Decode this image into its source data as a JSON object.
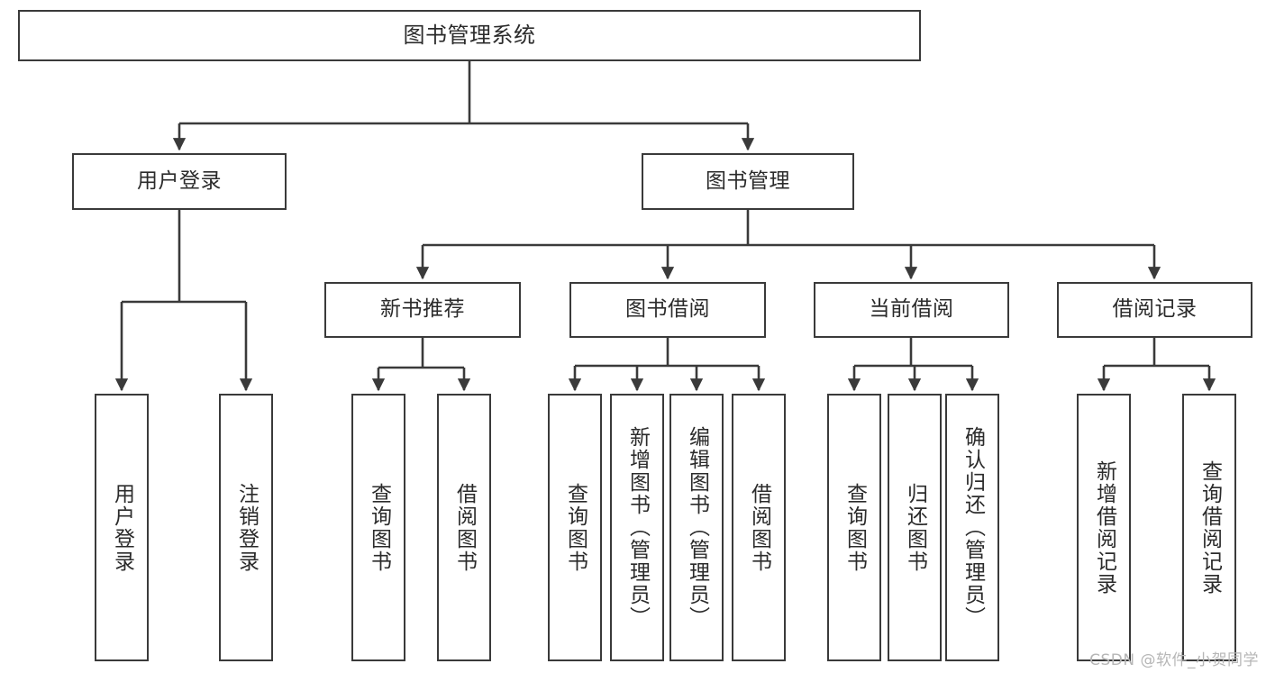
{
  "diagram": {
    "title": "图书管理系统",
    "watermark": "CSDN @软件_小贺同学",
    "line_color": "#3a3a3a",
    "box_fill": "#ffffff",
    "text_color": "#2b2b2b",
    "watermark_color": "#b6b6b6",
    "levels": {
      "root": [
        "图书管理系统"
      ],
      "level1": [
        "用户登录",
        "图书管理"
      ],
      "level2": [
        "新书推荐",
        "图书借阅",
        "当前借阅",
        "借阅记录"
      ],
      "leaves": [
        "用户登录",
        "注销登录",
        "查询图书",
        "借阅图书",
        "查询图书",
        "新增图书（管理员）",
        "编辑图书（管理员）",
        "借阅图书",
        "查询图书",
        "归还图书",
        "确认归还（管理员）",
        "新增借阅记录",
        "查询借阅记录"
      ]
    },
    "nodes": {
      "root": {
        "label": "图书管理系统"
      },
      "user_login": {
        "label": "用户登录"
      },
      "book_mgmt": {
        "label": "图书管理"
      },
      "new_book_rec": {
        "label": "新书推荐"
      },
      "book_borrow": {
        "label": "图书借阅"
      },
      "current_borrow": {
        "label": "当前借阅"
      },
      "borrow_record": {
        "label": "借阅记录"
      },
      "leaf_user_login": {
        "label": "用户登录"
      },
      "leaf_logout": {
        "label": "注销登录"
      },
      "leaf_query_book_a": {
        "label": "查询图书"
      },
      "leaf_borrow_book_a": {
        "label": "借阅图书"
      },
      "leaf_query_book_b": {
        "label": "查询图书"
      },
      "leaf_add_book": {
        "label": "新增图书（管理员）"
      },
      "leaf_edit_book": {
        "label": "编辑图书（管理员）"
      },
      "leaf_borrow_book_b": {
        "label": "借阅图书"
      },
      "leaf_query_book_c": {
        "label": "查询图书"
      },
      "leaf_return_book": {
        "label": "归还图书"
      },
      "leaf_confirm_return": {
        "label": "确认归还（管理员）"
      },
      "leaf_add_record": {
        "label": "新增借阅记录"
      },
      "leaf_query_record": {
        "label": "查询借阅记录"
      }
    }
  }
}
